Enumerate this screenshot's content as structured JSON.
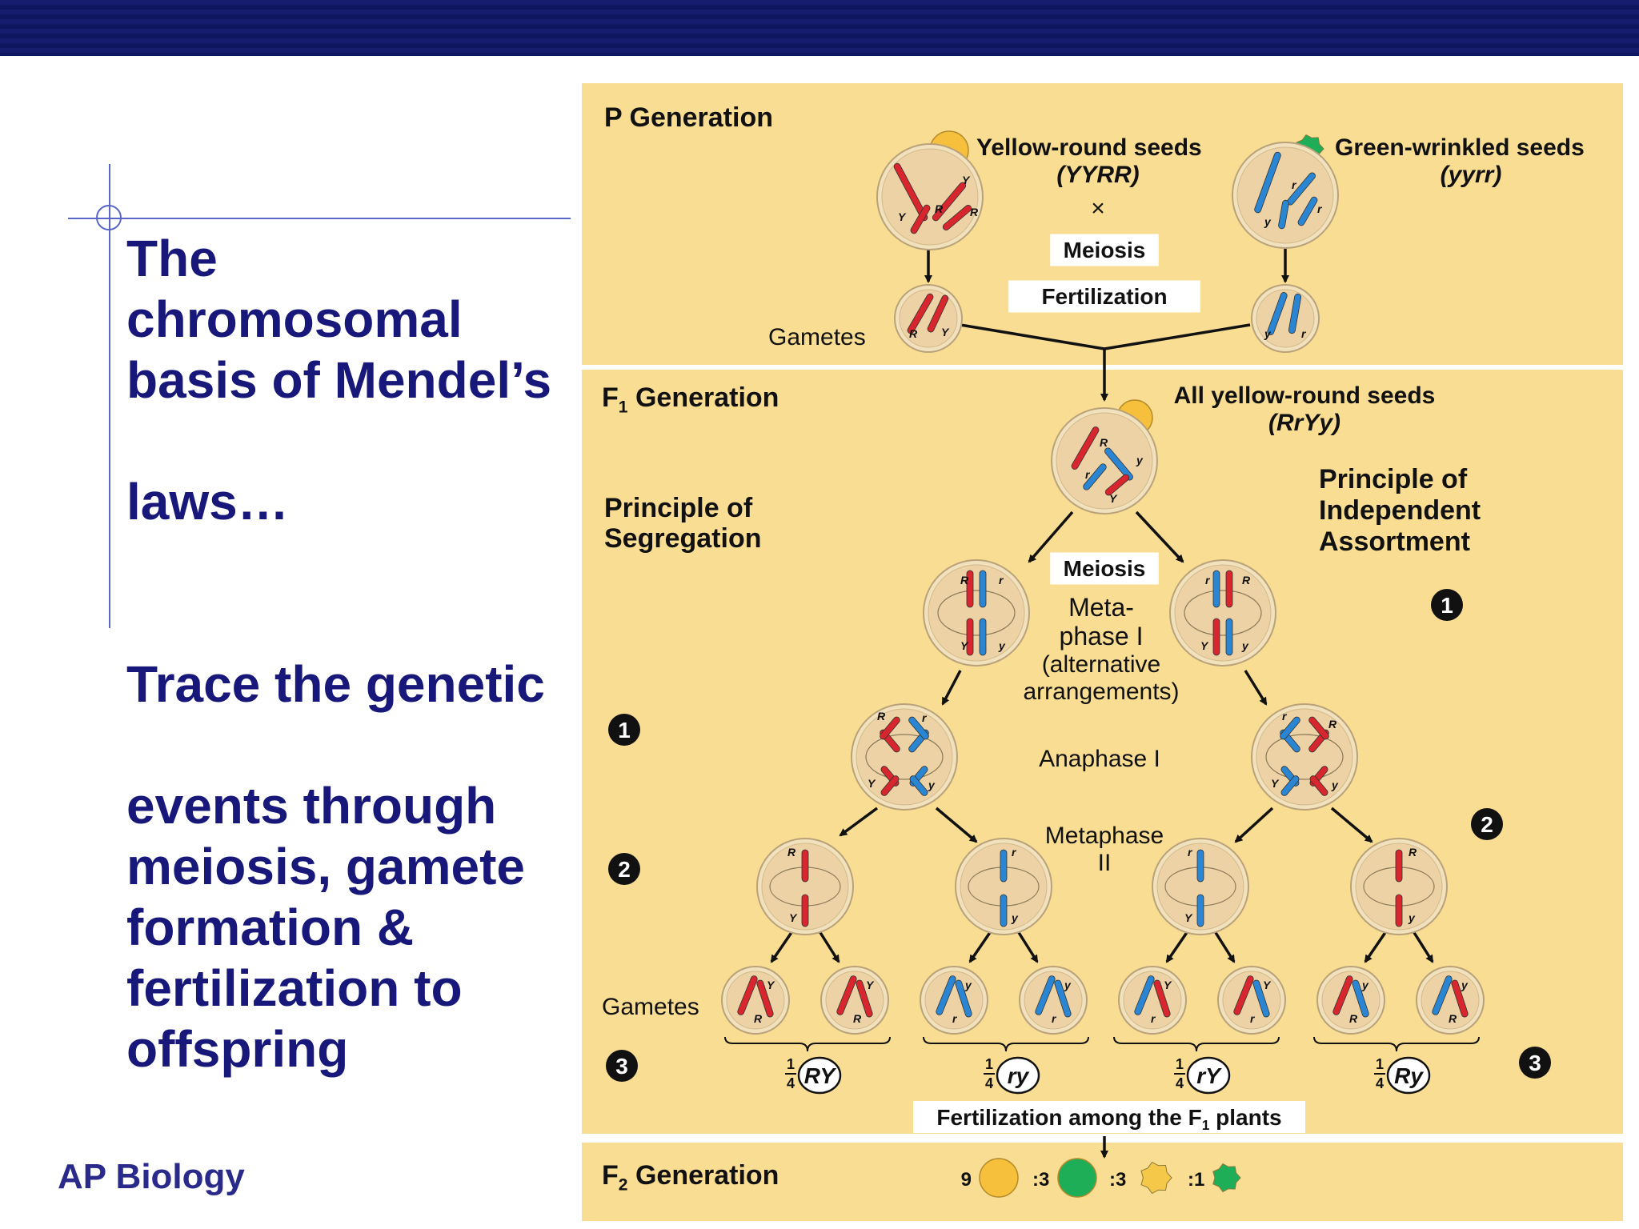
{
  "slide": {
    "title_lines": [
      "The",
      "chromosomal",
      "basis of Mendel’s",
      "laws…"
    ],
    "body_lines": [
      "Trace the genetic",
      "events through",
      "meiosis, gamete",
      "formation &",
      "fertilization to",
      "offspring"
    ],
    "footer": "AP Biology"
  },
  "diagram": {
    "p_generation": {
      "heading": "P Generation",
      "parent1_label": "Yellow-round seeds",
      "parent1_genotype": "(YYRR)",
      "parent2_label": "Green-wrinkled seeds",
      "parent2_genotype": "(yyrr)",
      "cross_symbol": "×",
      "meiosis_label": "Meiosis",
      "fertilization_label": "Fertilization",
      "gametes_label": "Gametes"
    },
    "f1_generation": {
      "heading_main": "F",
      "heading_sub": "1",
      "heading_rest": " Generation",
      "all_label": "All yellow-round seeds",
      "all_genotype": "(RrYy)",
      "segregation_line1": "Principle of",
      "segregation_line2": "Segregation",
      "assortment_line1": "Principle of",
      "assortment_line2": "Independent",
      "assortment_line3": "Assortment",
      "meiosis_label": "Meiosis",
      "metaphase1_line1": "Meta-",
      "metaphase1_line2": "phase I",
      "metaphase1_line3": "(alternative",
      "metaphase1_line4": "arrangements)",
      "anaphase1_label": "Anaphase I",
      "metaphase2_line1": "Metaphase",
      "metaphase2_line2": "II",
      "gametes_label": "Gametes",
      "steps": [
        "1",
        "2",
        "3"
      ],
      "gamete_fraction_num": "1",
      "gamete_fraction_den": "4",
      "gamete_types": [
        "RY",
        "ry",
        "rY",
        "Ry"
      ],
      "fertilization_line_main": "Fertilization among the F",
      "fertilization_line_sub": "1",
      "fertilization_line_rest": " plants"
    },
    "f2_generation": {
      "heading_main": "F",
      "heading_sub": "2",
      "heading_rest": " Generation",
      "ratio": [
        "9",
        ":3",
        ":3",
        ":1"
      ]
    },
    "allele_labels": {
      "R": "R",
      "r": "r",
      "Y": "Y",
      "y": "y"
    },
    "colors": {
      "panel": "#f9dd92",
      "cell": "#ecd2a4",
      "red_chromosome": "#d8262e",
      "blue_chromosome": "#2a86d2",
      "yellow_seed": "#f6c03c",
      "green_seed": "#1fae58",
      "title_text": "#18187a"
    }
  }
}
